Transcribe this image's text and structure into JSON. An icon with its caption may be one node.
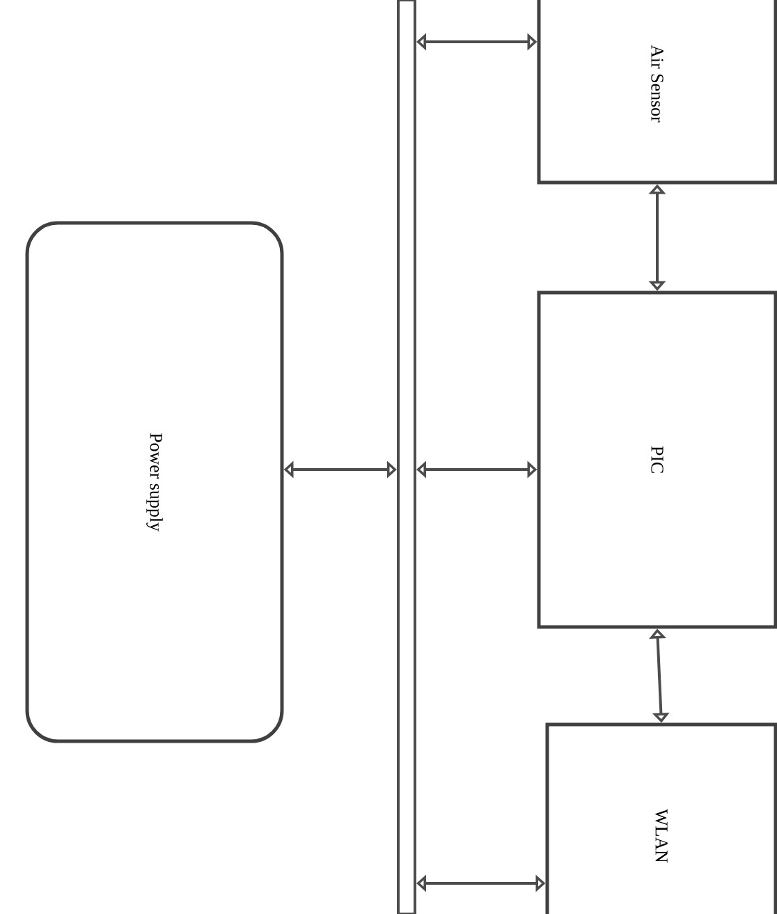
{
  "diagram": {
    "nodes": [
      {
        "text": [
          "Power supply"
        ]
      },
      {
        "text": [],
        "shape": "bar"
      },
      {
        "text": [
          "Air Sensor"
        ]
      },
      {
        "text": [
          "PIC"
        ]
      },
      {
        "text": [
          "WLAN"
        ]
      }
    ],
    "edges": [
      {
        "from": 0,
        "to": 1,
        "arrow": "both"
      },
      {
        "from": 1,
        "to": 2,
        "arrow": "both"
      },
      {
        "from": 1,
        "to": 3,
        "arrow": "both"
      },
      {
        "from": 1,
        "to": 4,
        "arrow": "both"
      },
      {
        "from": 2,
        "to": 3,
        "arrow": "both"
      },
      {
        "from": 3,
        "to": 4,
        "arrow": "both"
      }
    ]
  }
}
